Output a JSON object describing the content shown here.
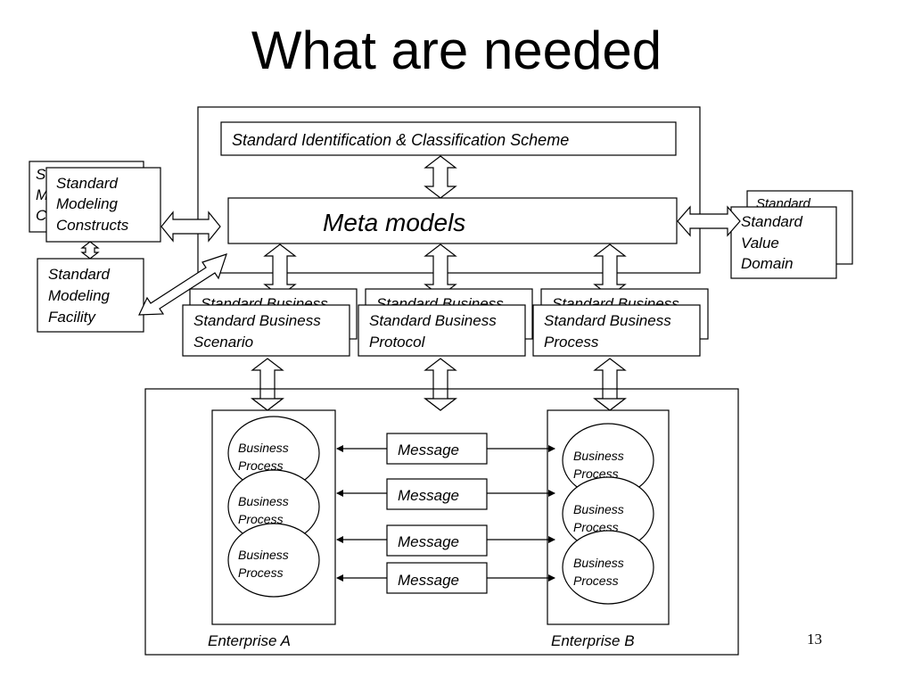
{
  "title": "What are needed",
  "page_number": "13",
  "id_scheme": "Standard Identification & Classification Scheme",
  "meta_models": "Meta models",
  "left_panel": {
    "modeling_constructs": [
      "Standard",
      "Modeling",
      "Constructs"
    ],
    "back_fragment": [
      "S",
      "M",
      "C"
    ],
    "modeling_facility": [
      "Standard",
      "Modeling",
      "Facility"
    ]
  },
  "right_panel": {
    "value_domain": [
      "Standard",
      "Value",
      "Domain"
    ],
    "back_fragment": "Standard"
  },
  "business_boxes": {
    "back_label": "Standard Business",
    "scenario": [
      "Standard Business",
      "Scenario"
    ],
    "protocol": [
      "Standard Business",
      "Protocol"
    ],
    "process": [
      "Standard Business",
      "Process"
    ]
  },
  "enterprise": {
    "a_label": "Enterprise A",
    "b_label": "Enterprise B",
    "process_label": [
      "Business",
      "Process"
    ],
    "message_label": "Message"
  }
}
